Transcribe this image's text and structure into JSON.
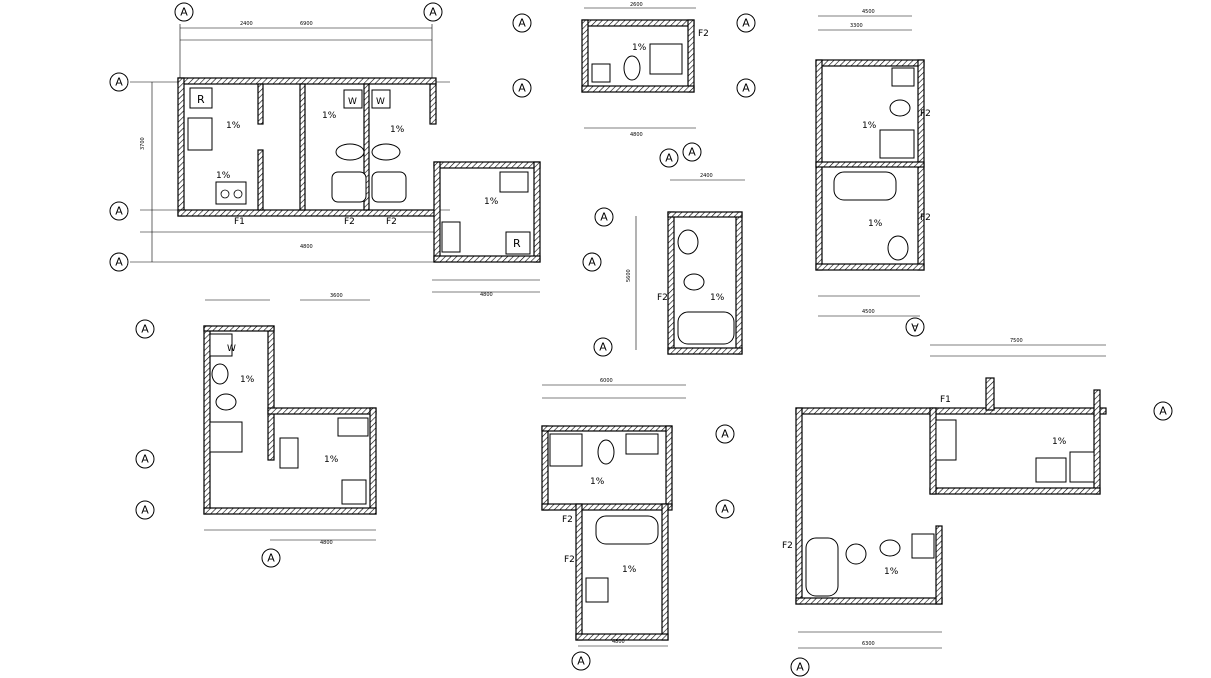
{
  "axis_bubble_label": "A",
  "slope_label": "1%",
  "fixture_labels": {
    "refrigerator": "R",
    "washer": "W",
    "floor_drain_1": "F1",
    "floor_drain_2": "F2"
  },
  "dimensions": {
    "plan1_top_total": "6900",
    "plan1_top_left": "2400",
    "plan1_bottom_total": "4800",
    "plan1_left_total": "3700",
    "plan2_top": "2600",
    "plan2_bottom": "4800",
    "plan3_top": "2400",
    "plan3_left": "5600",
    "plan4_top": "4500",
    "plan4_top2": "3300",
    "plan4_bottom": "4500",
    "plan5_top": "3600",
    "plan5_bottom": "4800",
    "plan6_top": "6000",
    "plan6_bottom": "4800",
    "plan7_top": "7500",
    "plan7_bottom": "6300"
  }
}
